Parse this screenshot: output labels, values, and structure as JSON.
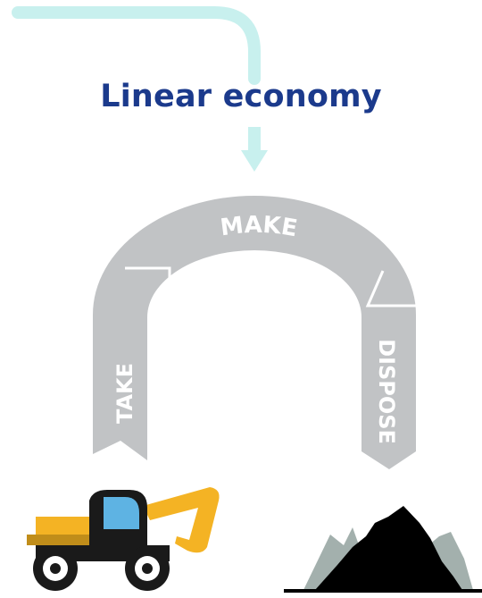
{
  "diagram": {
    "title": "Linear economy",
    "stages": {
      "take": "TAKE",
      "make": "MAKE",
      "dispose": "DISPOSE"
    }
  },
  "colors": {
    "title": "#1b3a8c",
    "flow_line": "#c8f0ee",
    "arch": "#c1c3c5",
    "arch_separator": "#ffffff",
    "stage_text": "#ffffff",
    "excavator_body": "#f4b324",
    "excavator_cab": "#5eb3e3",
    "excavator_dark": "#1a1a1a",
    "waste_pile": "#000000",
    "waste_pile_back": "#a3b0ad"
  },
  "icons": {
    "excavator": "excavator-icon",
    "waste": "waste-pile-icon"
  }
}
